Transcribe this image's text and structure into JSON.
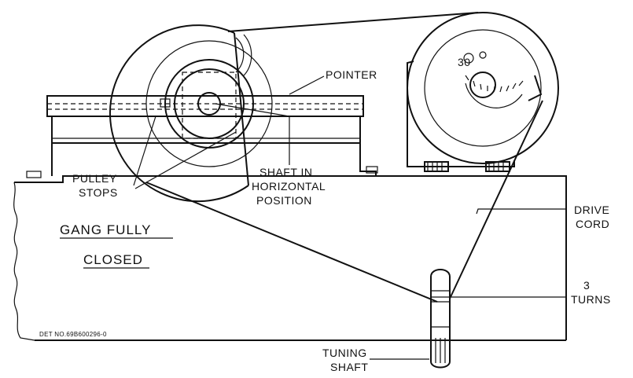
{
  "diagram": {
    "labels": {
      "pointer": "POINTER",
      "pulley_stops_1": "PULLEY",
      "pulley_stops_2": "STOPS",
      "shaft_1": "SHAFT IN",
      "shaft_2": "HORIZONTAL",
      "shaft_3": "POSITION",
      "gang_1": "GANG FULLY",
      "gang_2": "CLOSED",
      "drive_1": "DRIVE",
      "drive_2": "CORD",
      "turns_1": "3",
      "turns_2": "TURNS",
      "tuning_1": "TUNING",
      "tuning_2": "SHAFT",
      "det_no": "DET NO.69B600296-0"
    },
    "dial_marks": {
      "mark_30": "30"
    }
  }
}
